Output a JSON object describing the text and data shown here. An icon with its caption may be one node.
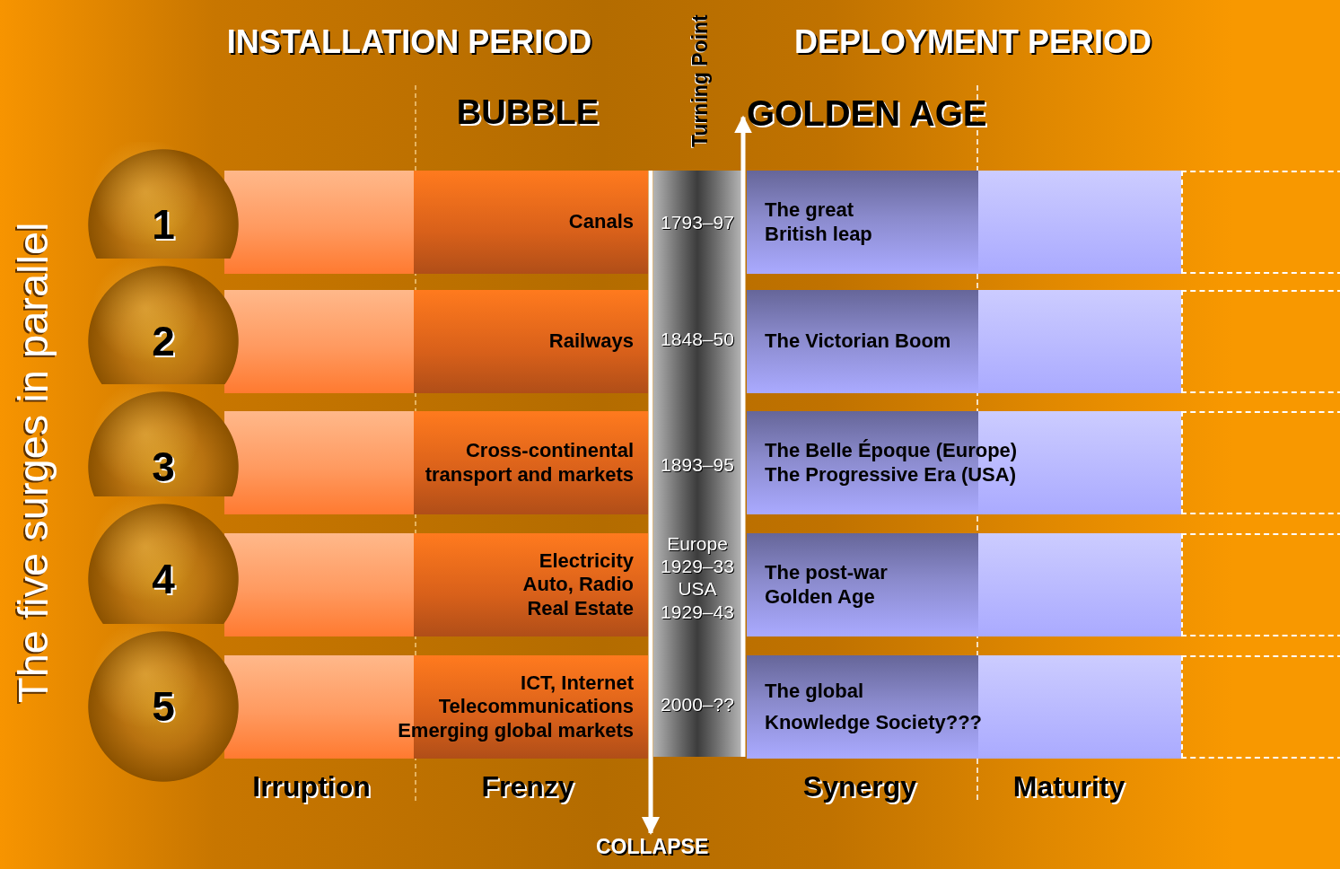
{
  "diagram": {
    "nodes": [
      {
        "text": [
          "GOLDEN AGE"
        ]
      },
      {
        "text": [
          "1"
        ]
      },
      {
        "text": [
          "Canals"
        ]
      },
      {
        "text": [
          "The great British leap"
        ]
      },
      {
        "text": [],
        "shape": "box"
      },
      {
        "text": [
          "2"
        ]
      },
      {
        "text": [
          "Railways"
        ]
      },
      {
        "text": [
          "The Victorian Boom"
        ]
      },
      {
        "text": [],
        "shape": "box"
      },
      {
        "text": [
          "3"
        ]
      },
      {
        "text": [
          "Cross-continental transport and markets"
        ]
      },
      {
        "text": [
          "The Belle Époque (Europe)",
          "The Progressive Era (USA)"
        ]
      },
      {
        "text": [],
        "shape": "box"
      },
      {
        "text": [
          "4"
        ]
      },
      {
        "text": [
          "Electricity Auto, Radio Real Estate"
        ]
      },
      {
        "text": [
          "The post-war Golden Age"
        ]
      },
      {
        "text": [],
        "shape": "box"
      },
      {
        "text": [
          "5"
        ]
      },
      {
        "text": [
          "ICT, Internet Telecommunications Emerging global markets"
        ]
      },
      {
        "text": [
          "The global",
          "Knowledge Society???"
        ]
      },
      {
        "text": [],
        "shape": "box"
      },
      {
        "text": [],
        "shape": "bar"
      },
      {
        "text": [
          "1793–97"
        ],
        "in": 21
      },
      {
        "text": [
          "1848–50"
        ],
        "in": 21
      },
      {
        "text": [
          "1893–95"
        ],
        "in": 21
      },
      {
        "text": [
          "Europe 1929–33 USA 1929–43"
        ],
        "in": 21
      },
      {
        "text": [
          "2000–??"
        ],
        "in": 21
      },
      {
        "text": [
          "COLLAPSE"
        ]
      }
    ],
    "edges": [
      {
        "from": 21,
        "to": 0,
        "arrow": "to"
      },
      {
        "from": 21,
        "to": 27,
        "arrow": "to"
      }
    ],
    "labels": [
      "INSTALLATION PERIOD",
      "Turning Point",
      "DEPLOYMENT PERIOD",
      "BUBBLE",
      "The five surges in parallel",
      "Irruption",
      "Frenzy",
      "Synergy",
      "Maturity"
    ]
  }
}
